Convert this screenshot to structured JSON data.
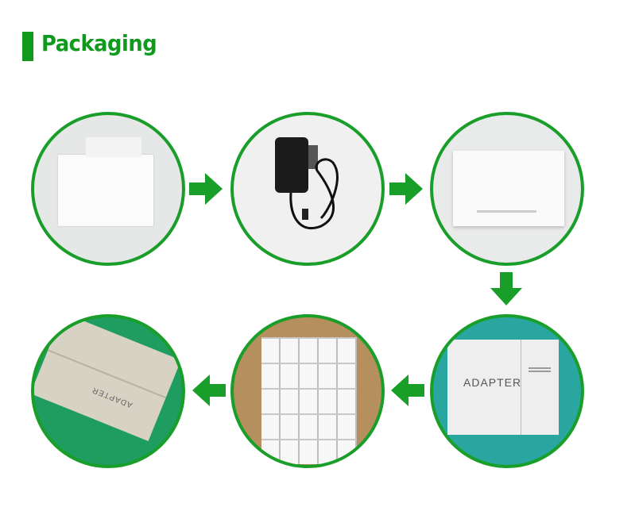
{
  "header": {
    "title": "Packaging"
  },
  "colors": {
    "accent": "#1a9e2a",
    "title": "#0f9a1e"
  },
  "steps": [
    {
      "name": "unfolded-white-box"
    },
    {
      "name": "power-adapter"
    },
    {
      "name": "folded-white-box"
    },
    {
      "name": "printed-carton",
      "label": "ADAPTER"
    },
    {
      "name": "boxes-in-carton"
    },
    {
      "name": "sealed-carton",
      "label": "ADAPTER"
    }
  ],
  "arrows": [
    "arrow-right-icon",
    "arrow-right-icon",
    "arrow-down-icon",
    "arrow-left-icon",
    "arrow-left-icon"
  ]
}
